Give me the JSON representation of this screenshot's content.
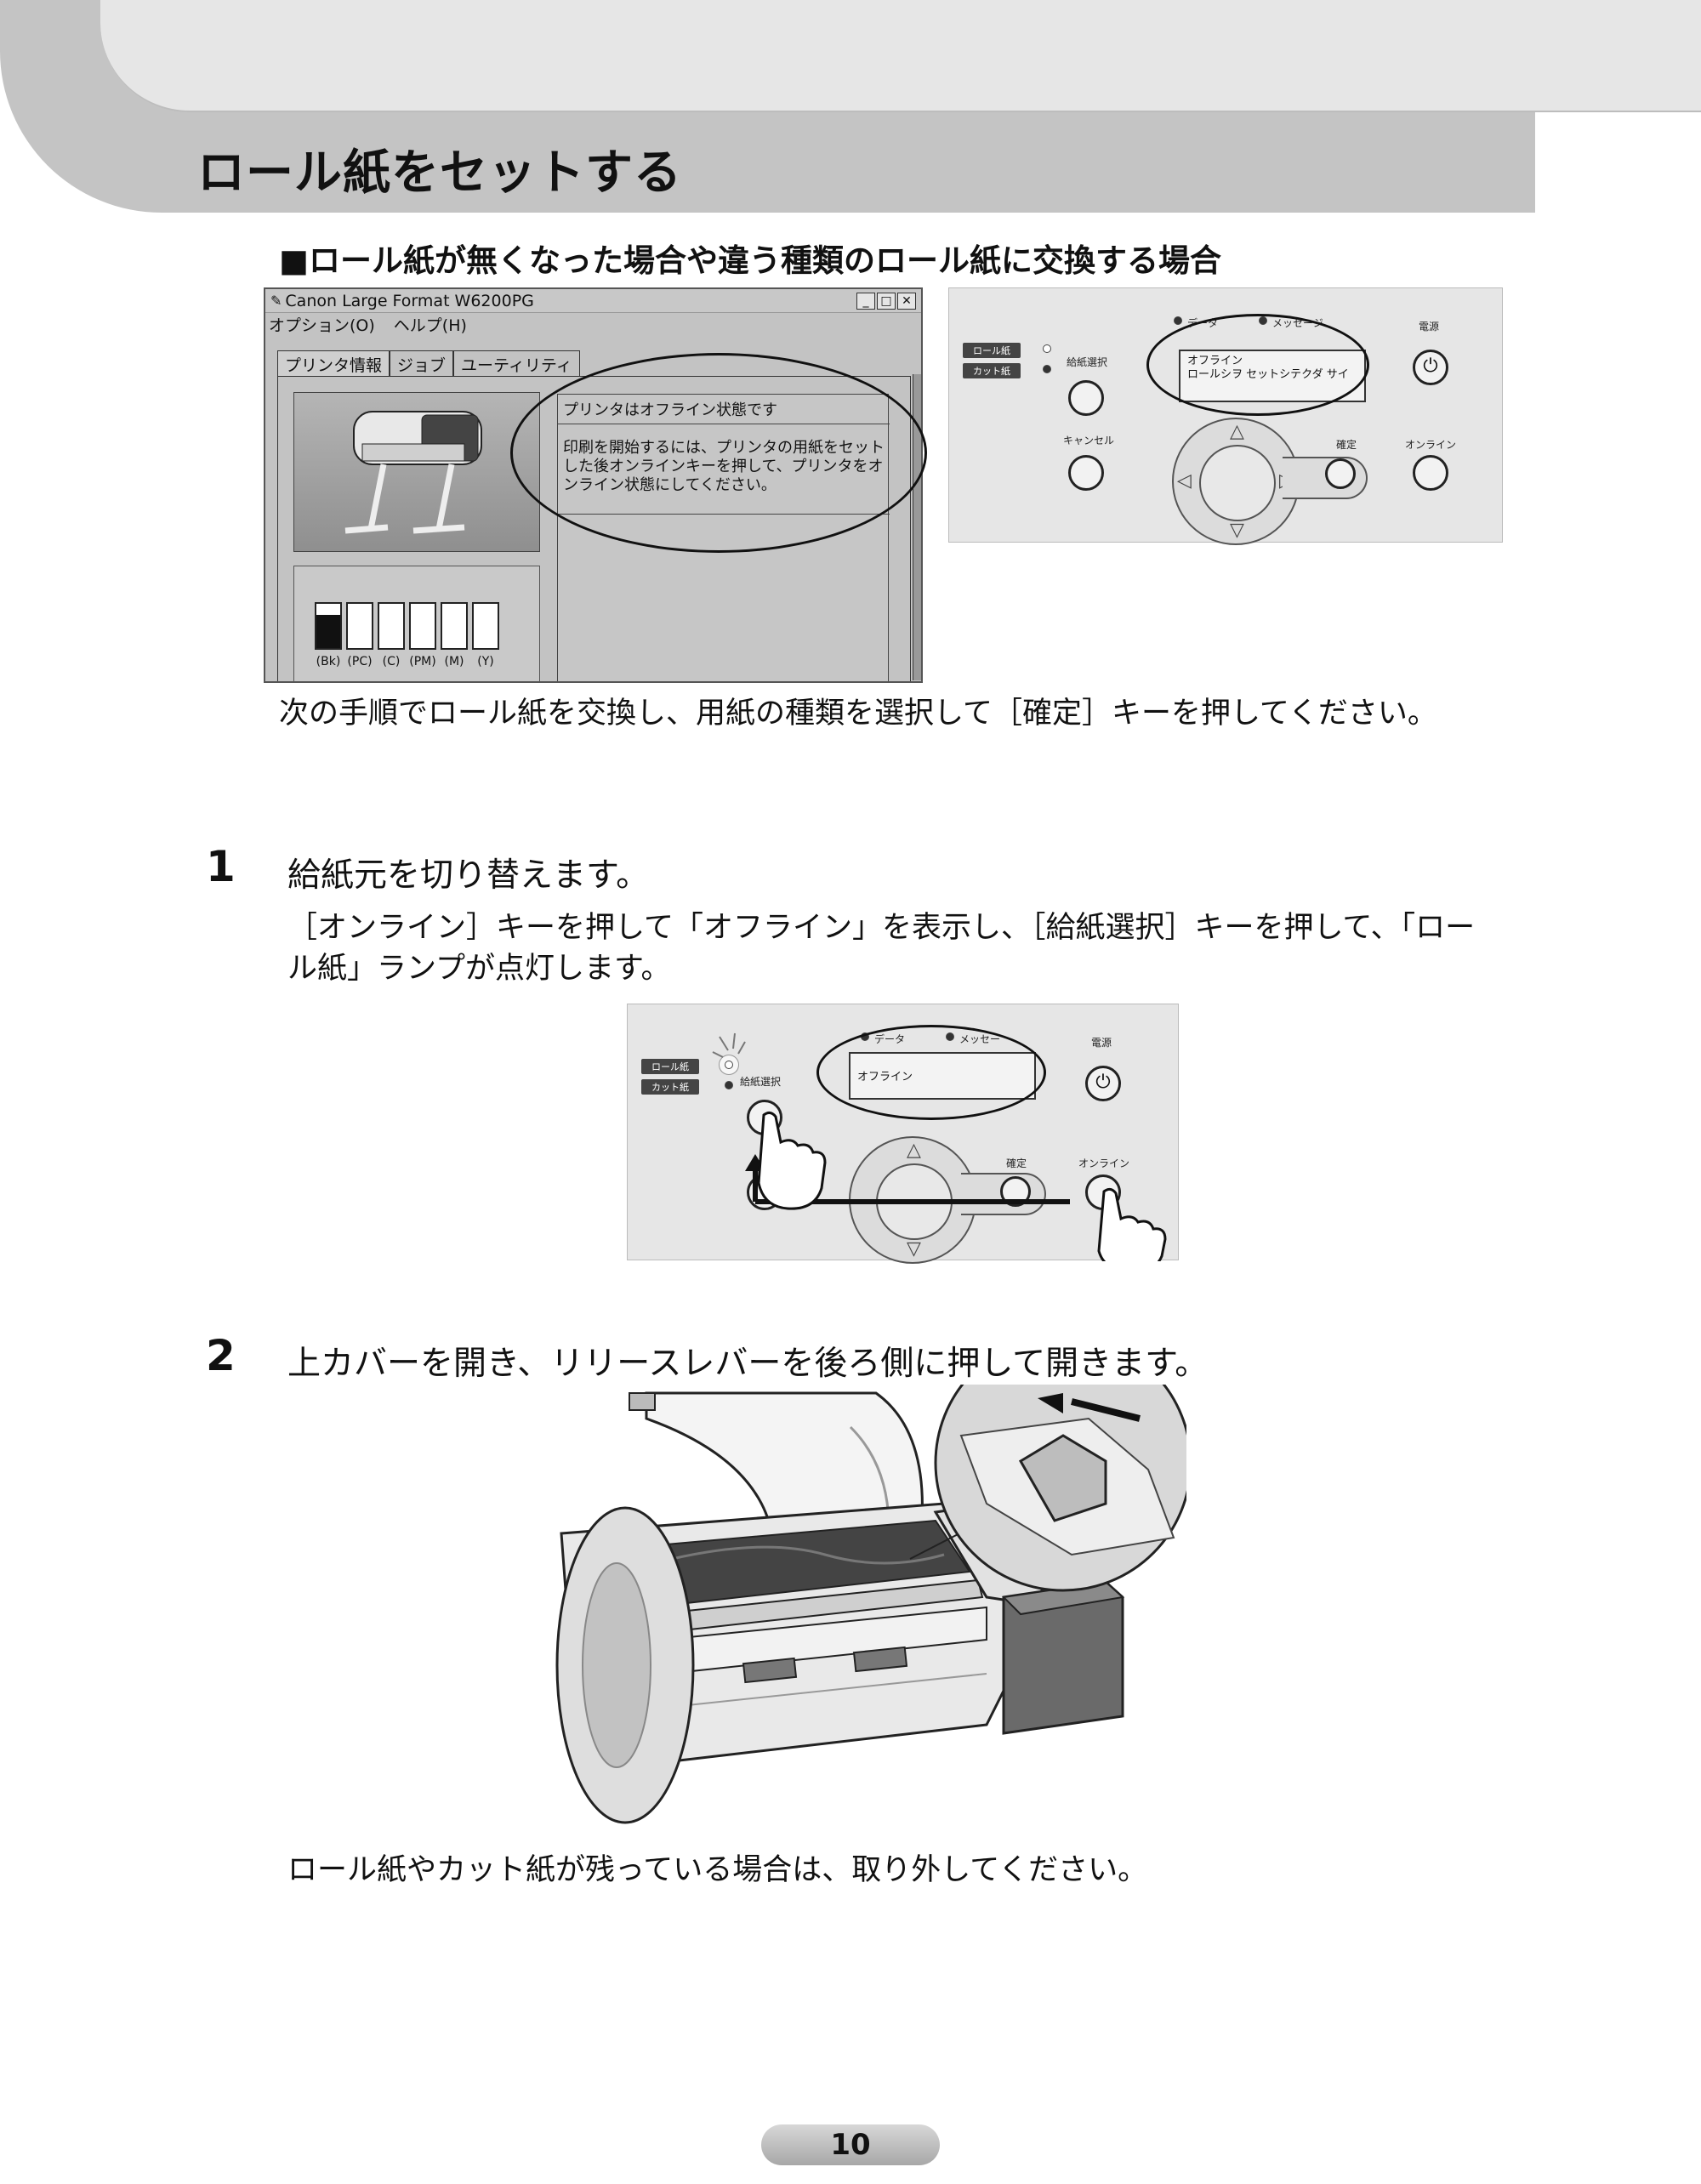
{
  "header": {
    "title": "ロール紙をセットする"
  },
  "subheading": "■ロール紙が無くなった場合や違う種類のロール紙に交換する場合",
  "dialog": {
    "window_title": "Canon Large Format W6200PG",
    "menu": [
      "オプション(O)",
      "ヘルプ(H)"
    ],
    "tabs": [
      "プリンタ情報",
      "ジョブ",
      "ユーティリティ"
    ],
    "status_message": "プリンタはオフライン状態です",
    "instruction": "印刷を開始するには、プリンタの用紙をセットした後オンラインキーを押して、プリンタをオンライン状態にしてください。",
    "ink_labels": [
      "(Bk)",
      "(PC)",
      "(C)",
      "(PM)",
      "(M)",
      "(Y)"
    ],
    "ink_levels": [
      0.75,
      0.0,
      0.0,
      0.0,
      0.0,
      0.0
    ]
  },
  "panel1": {
    "data_label": "データ",
    "message_label": "メッセージ",
    "power_label": "電源",
    "roll_tag": "ロール紙",
    "cut_tag": "カット紙",
    "feed_select_label": "給紙選択",
    "cancel_label": "キャンセル",
    "confirm_label": "確定",
    "online_label": "オンライン",
    "lcd_line1": "オフライン",
    "lcd_line2": "ロールシヲ セットシテクダ サイ"
  },
  "intro_text": "次の手順でロール紙を交換し、用紙の種類を選択して［確定］キーを押してください。",
  "step1": {
    "number": "1",
    "title": "給紙元を切り替えます。",
    "text": "［オンライン］キーを押して「オフライン」を表示し、［給紙選択］キーを押して、「ロール紙」ランプが点灯します。"
  },
  "panel2": {
    "data_label": "データ",
    "message_label": "メッセー",
    "power_label": "電源",
    "roll_tag": "ロール紙",
    "cut_tag": "カット紙",
    "feed_select_label": "給紙選択",
    "confirm_label": "確定",
    "online_label": "オンライン",
    "lcd_line1": "オフライン"
  },
  "step2": {
    "number": "2",
    "title": "上カバーを開き、リリースレバーを後ろ側に押して開きます。",
    "text": "ロール紙やカット紙が残っている場合は、取り外してください。"
  },
  "page_number": "10"
}
